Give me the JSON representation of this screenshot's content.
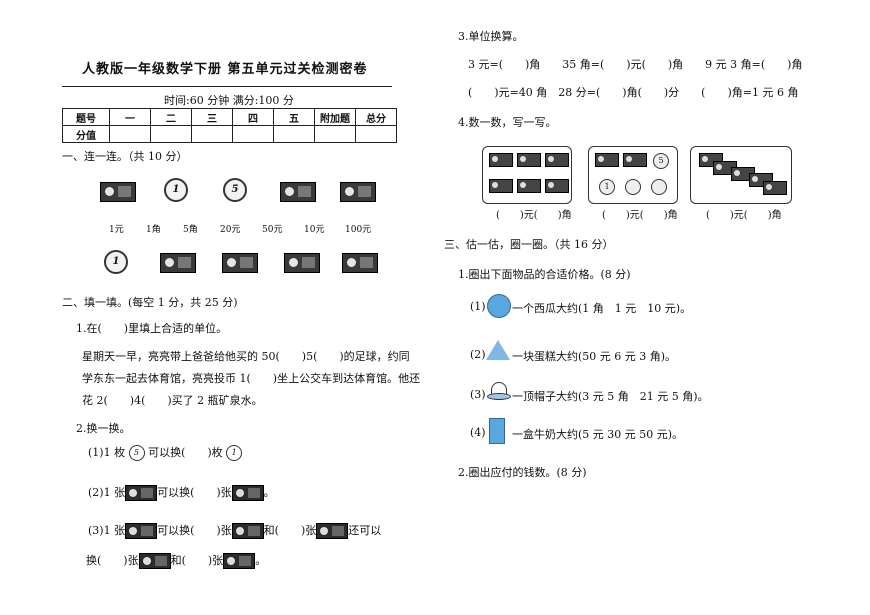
{
  "left": {
    "title": "人教版一年级数学下册 第五单元过关检测密卷",
    "time_info": "时间:60 分钟  满分:100 分",
    "table": {
      "headers": [
        "题号",
        "一",
        "二",
        "三",
        "四",
        "五",
        "附加题",
        "总分"
      ],
      "row2_label": "分值"
    },
    "s1_heading": "一、连一连。（共 10 分）",
    "money_labels": [
      "1元",
      "1角",
      "5角",
      "20元",
      "50元",
      "10元",
      "100元"
    ],
    "coin_top_1": "1",
    "coin_top_2": "5",
    "coin_bottom": "1",
    "s2_heading": "二、填一填。(每空 1 分，共 25 分)",
    "q1": "1.在(　　)里填上合适的单位。",
    "q1_line1": "星期天一早，亮亮带上爸爸给他买的 50(　　)5(　　)的足球，约同",
    "q1_line2": "学东东一起去体育馆，亮亮投币 1(　　)坐上公交车到达体育馆。他还",
    "q1_line3": "花 2(　　)4(　　)买了 2 瓶矿泉水。",
    "q2": "2.换一换。",
    "q2_1a": "(1)1 枚",
    "q2_1_coin": "5",
    "q2_1b": "可以换(　　)枚",
    "q2_1_coin2": "1",
    "q2_2a": "(2)1 张",
    "q2_2b": "可以换(　　)张",
    "q2_2c": "。",
    "q2_3a": "(3)1 张",
    "q2_3b": "可以换(　　)张",
    "q2_3c": "和(　　)张",
    "q2_3d": "还可以",
    "q2_4a": "换(　　)张",
    "q2_4b": "和(　　)张",
    "q2_4c": "。"
  },
  "right": {
    "q3": "3.单位换算。",
    "q3_line1": "3 元=(　　)角　　35 角=(　　)元(　　)角　　9 元 3 角=(　　)角",
    "q3_line2": "(　　)元=40 角　28 分=(　　)角(　　)分　　(　　)角=1 元 6 角",
    "q4": "4.数一数，写一写。",
    "box1_label": "(　　)元(　　)角",
    "box2_label": "(　　)元(　　)角",
    "box3_label": "(　　)元(　　)角",
    "box2_coin1": "1",
    "box2_coin2": "5",
    "s3_heading": "三、估一估，圈一圈。（共 16 分）",
    "s3_q1": "1.圈出下面物品的合适价格。(8 分)",
    "item1_num": "(1)",
    "item1": "一个西瓜大约(1 角　1 元　10 元)。",
    "item2_num": "(2)",
    "item2": "一块蛋糕大约(50 元 6 元 3 角)。",
    "item3_num": "(3)",
    "item3": "一顶帽子大约(3 元 5 角　21 元 5 角)。",
    "item4_num": "(4)",
    "item4": "一盒牛奶大约(5 元 30 元 50 元)。",
    "s3_q2": "2.圈出应付的钱数。(8 分)"
  }
}
